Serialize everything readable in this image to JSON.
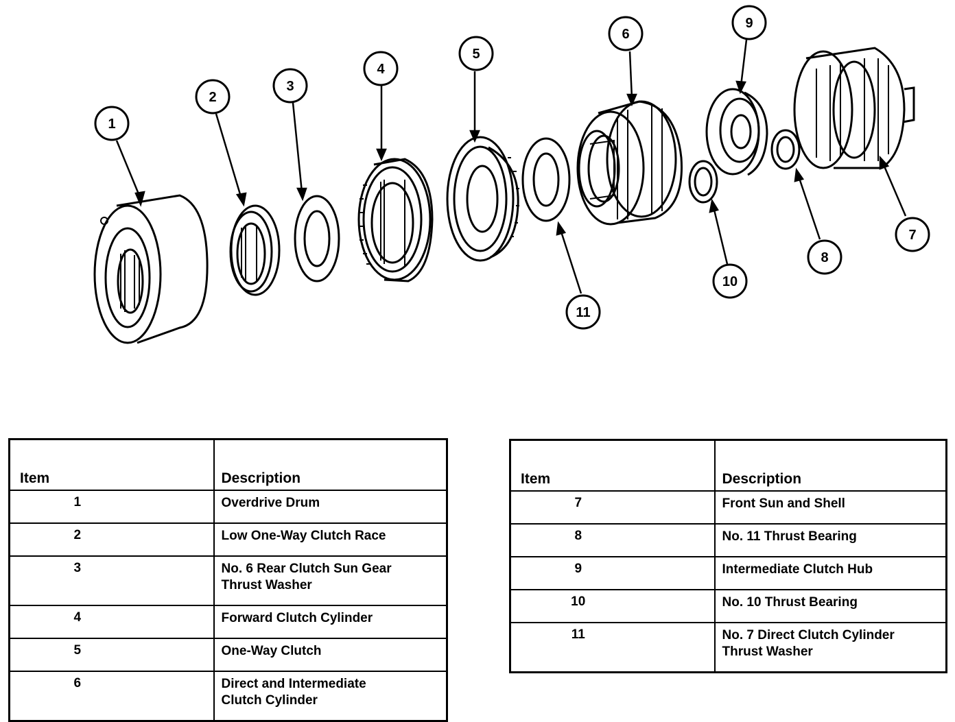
{
  "callouts": [
    "1",
    "2",
    "3",
    "4",
    "5",
    "6",
    "7",
    "8",
    "9",
    "10",
    "11"
  ],
  "table_left": {
    "header_item": "Item",
    "header_description": "Description",
    "rows": [
      {
        "item": "1",
        "line1": "Overdrive Drum",
        "line2": ""
      },
      {
        "item": "2",
        "line1": "Low One-Way Clutch Race",
        "line2": ""
      },
      {
        "item": "3",
        "line1": "No. 6 Rear Clutch Sun Gear",
        "line2": "Thrust Washer"
      },
      {
        "item": "4",
        "line1": "Forward Clutch Cylinder",
        "line2": ""
      },
      {
        "item": "5",
        "line1": "One-Way Clutch",
        "line2": ""
      },
      {
        "item": "6",
        "line1": "Direct and Intermediate",
        "line2": "Clutch Cylinder"
      }
    ]
  },
  "table_right": {
    "header_item": "Item",
    "header_description": "Description",
    "rows": [
      {
        "item": "7",
        "line1": "Front Sun and Shell",
        "line2": ""
      },
      {
        "item": "8",
        "line1": "No. 11 Thrust Bearing",
        "line2": ""
      },
      {
        "item": "9",
        "line1": "Intermediate Clutch Hub",
        "line2": ""
      },
      {
        "item": "10",
        "line1": "No. 10 Thrust Bearing",
        "line2": ""
      },
      {
        "item": "11",
        "line1": "No. 7 Direct Clutch Cylinder",
        "line2": "Thrust Washer"
      }
    ]
  }
}
